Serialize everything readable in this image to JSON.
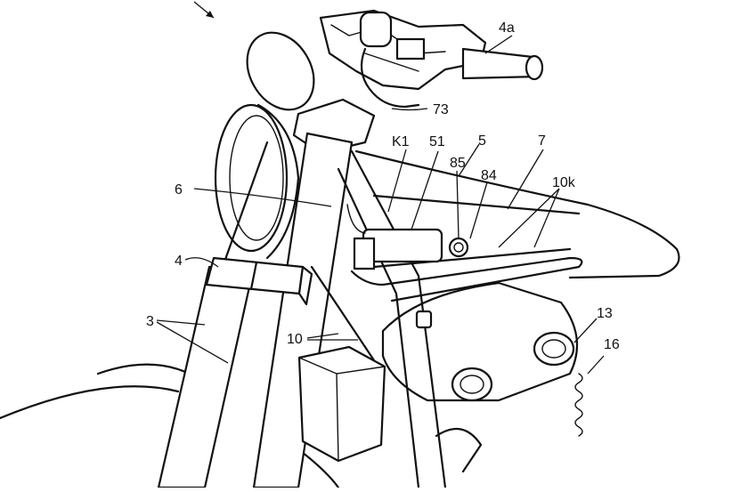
{
  "labels": {
    "l4a": "4a",
    "l73": "73",
    "lK1": "K1",
    "l51": "51",
    "l5": "5",
    "l7": "7",
    "l85": "85",
    "l84": "84",
    "l10k": "10k",
    "l6": "6",
    "l4": "4",
    "l3": "3",
    "l10": "10",
    "l13": "13",
    "l16": "16"
  },
  "colors": {
    "line": "#111111",
    "background": "#ffffff"
  }
}
